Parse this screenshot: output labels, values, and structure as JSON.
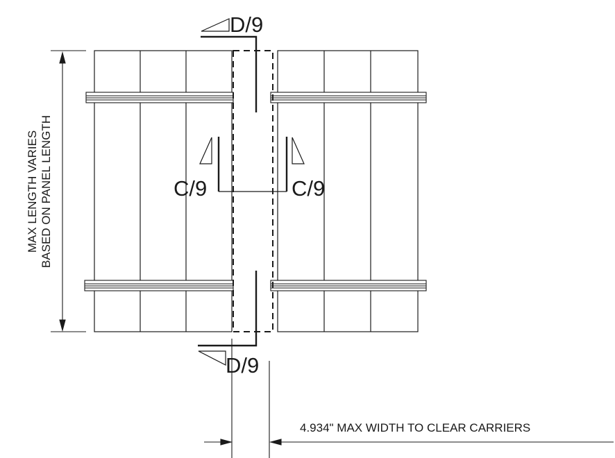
{
  "callouts": {
    "d_top": "D/9",
    "d_bottom": "D/9",
    "c_left": "C/9",
    "c_right": "C/9"
  },
  "dimensions": {
    "length_line1": "MAX LENGTH VARIES",
    "length_line2": "BASED ON PANEL LENGTH",
    "width": "4.934\" MAX WIDTH TO CLEAR CARRIERS"
  },
  "colors": {
    "line": "#1a1a1a",
    "panel_fill": "#ffffff"
  }
}
